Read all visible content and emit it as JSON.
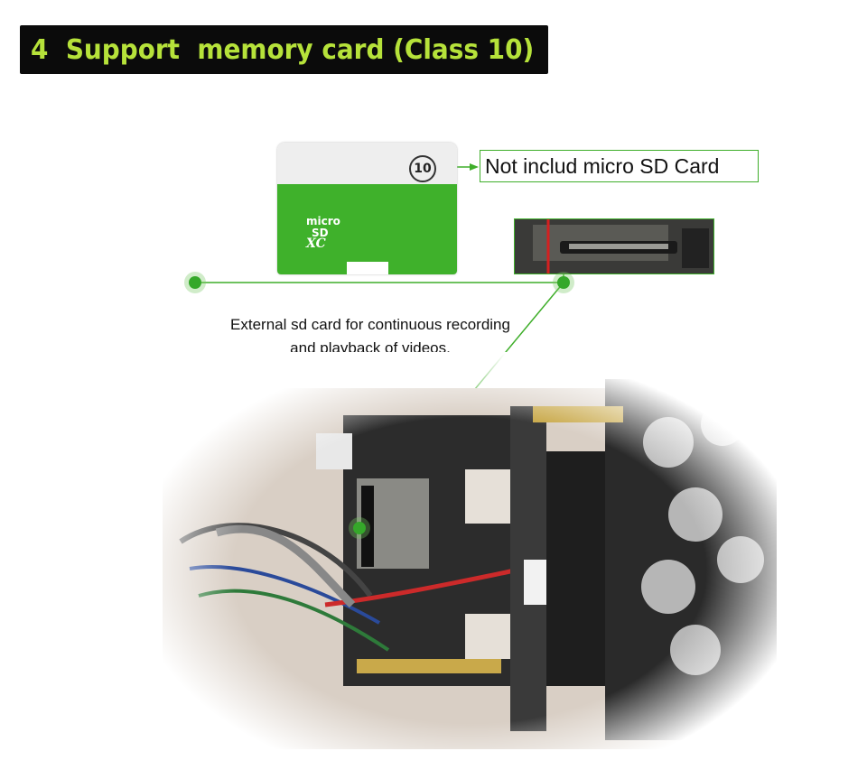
{
  "header": {
    "title": "4  Support  memory card (Class 10)"
  },
  "sd_card": {
    "brand_line1": "micro",
    "brand_line2": "SD",
    "brand_line3": "XC",
    "class_badge": "10"
  },
  "callout": {
    "label": "Not includ micro SD Card"
  },
  "description": {
    "line1": "External sd card for continuous recording",
    "line2": "and playback of videos."
  },
  "colors": {
    "accent_green": "#3fae2a",
    "title_text": "#b6e23a",
    "title_bg": "#0b0b0b"
  }
}
